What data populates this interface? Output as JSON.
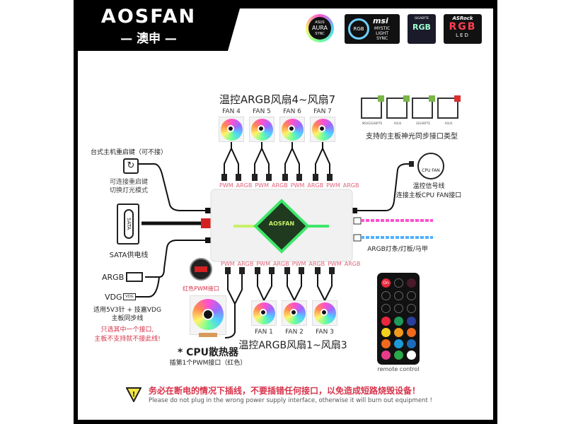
{
  "brand": {
    "name": "AOSFAN",
    "chinese": "澳申"
  },
  "sync_logos": [
    {
      "name": "asus-aura-sync",
      "lines": [
        "ASUS",
        "AURA",
        "SYNC"
      ]
    },
    {
      "name": "msi-mystic-light-sync",
      "lines": [
        "RGB",
        "msi",
        "MYSTIC",
        "LIGHT",
        "SYNC"
      ]
    },
    {
      "name": "gigabyte-rgb-fusion",
      "lines": [
        "GIGABYTE",
        "RGB"
      ]
    },
    {
      "name": "asrock-rgb-led",
      "lines": [
        "ASRock",
        "RGB",
        "LED"
      ]
    }
  ],
  "top_group": {
    "title": "温控ARGB风扇4~风扇7",
    "fans": [
      "FAN 4",
      "FAN 5",
      "FAN 6",
      "FAN 7"
    ]
  },
  "bottom_group": {
    "title": "温控ARGB风扇1~风扇3",
    "fans": [
      "FAN 1",
      "FAN 2",
      "FAN 3"
    ]
  },
  "hub": {
    "port_labels": [
      "PWM",
      "ARGB"
    ],
    "logo": "AOSFAN"
  },
  "supported": {
    "labels": [
      "MSI/GIGABYTE",
      "ASUS",
      "GIGABYTE",
      "ASUS"
    ],
    "status": [
      "ok",
      "ok",
      "ok",
      "no"
    ],
    "caption": "支持的主板神光同步接口类型"
  },
  "left": {
    "reset_title": "台式主机重启键（可不接）",
    "reset_desc": [
      "可连接重启键",
      "切换灯光模式"
    ],
    "sata_label": "SATA",
    "sata_caption": "SATA供电线",
    "argb_label": "ARGB",
    "vdg_label": "VDG",
    "vdg_tag": "VDG",
    "sync_desc": [
      "适用5V3针 + 技嘉VDG",
      "主板同步线"
    ],
    "warn": [
      "只选其中一个接口,",
      "主板不支持就不接此线!"
    ]
  },
  "red_pwm": "红色PWM接口",
  "cpu": {
    "title": "* CPU散热器",
    "desc": "插第1个PWM接口（红色）"
  },
  "right": {
    "cpu_fan_icon": "CPU FAN",
    "signal_desc": [
      "温控信号线",
      "连接主板CPU FAN接口"
    ],
    "strip_caption": "ARGB灯条/灯板/马甲"
  },
  "remote": {
    "label": "remote control",
    "on": "On",
    "colors": [
      "#e8283c",
      "#1f9a5a",
      "#2b3e9a",
      "#f2d21c",
      "#f29a1c",
      "#ef6a1c",
      "#ef6a1c",
      "#1c9ad8",
      "#1c6ab8",
      "#e83c8a",
      "#2ba84a",
      "#ffffff"
    ]
  },
  "warning": {
    "cn": "务必在断电的情况下插线，不要插错任何接口，以免造成短路烧毁设备！",
    "en": "Please do not plug in the wrong power supply interface, otherwise it will burn out equipment !"
  },
  "colors": {
    "accent_red": "#d8324a",
    "hub_green": "#3ee66a",
    "black": "#000000"
  }
}
